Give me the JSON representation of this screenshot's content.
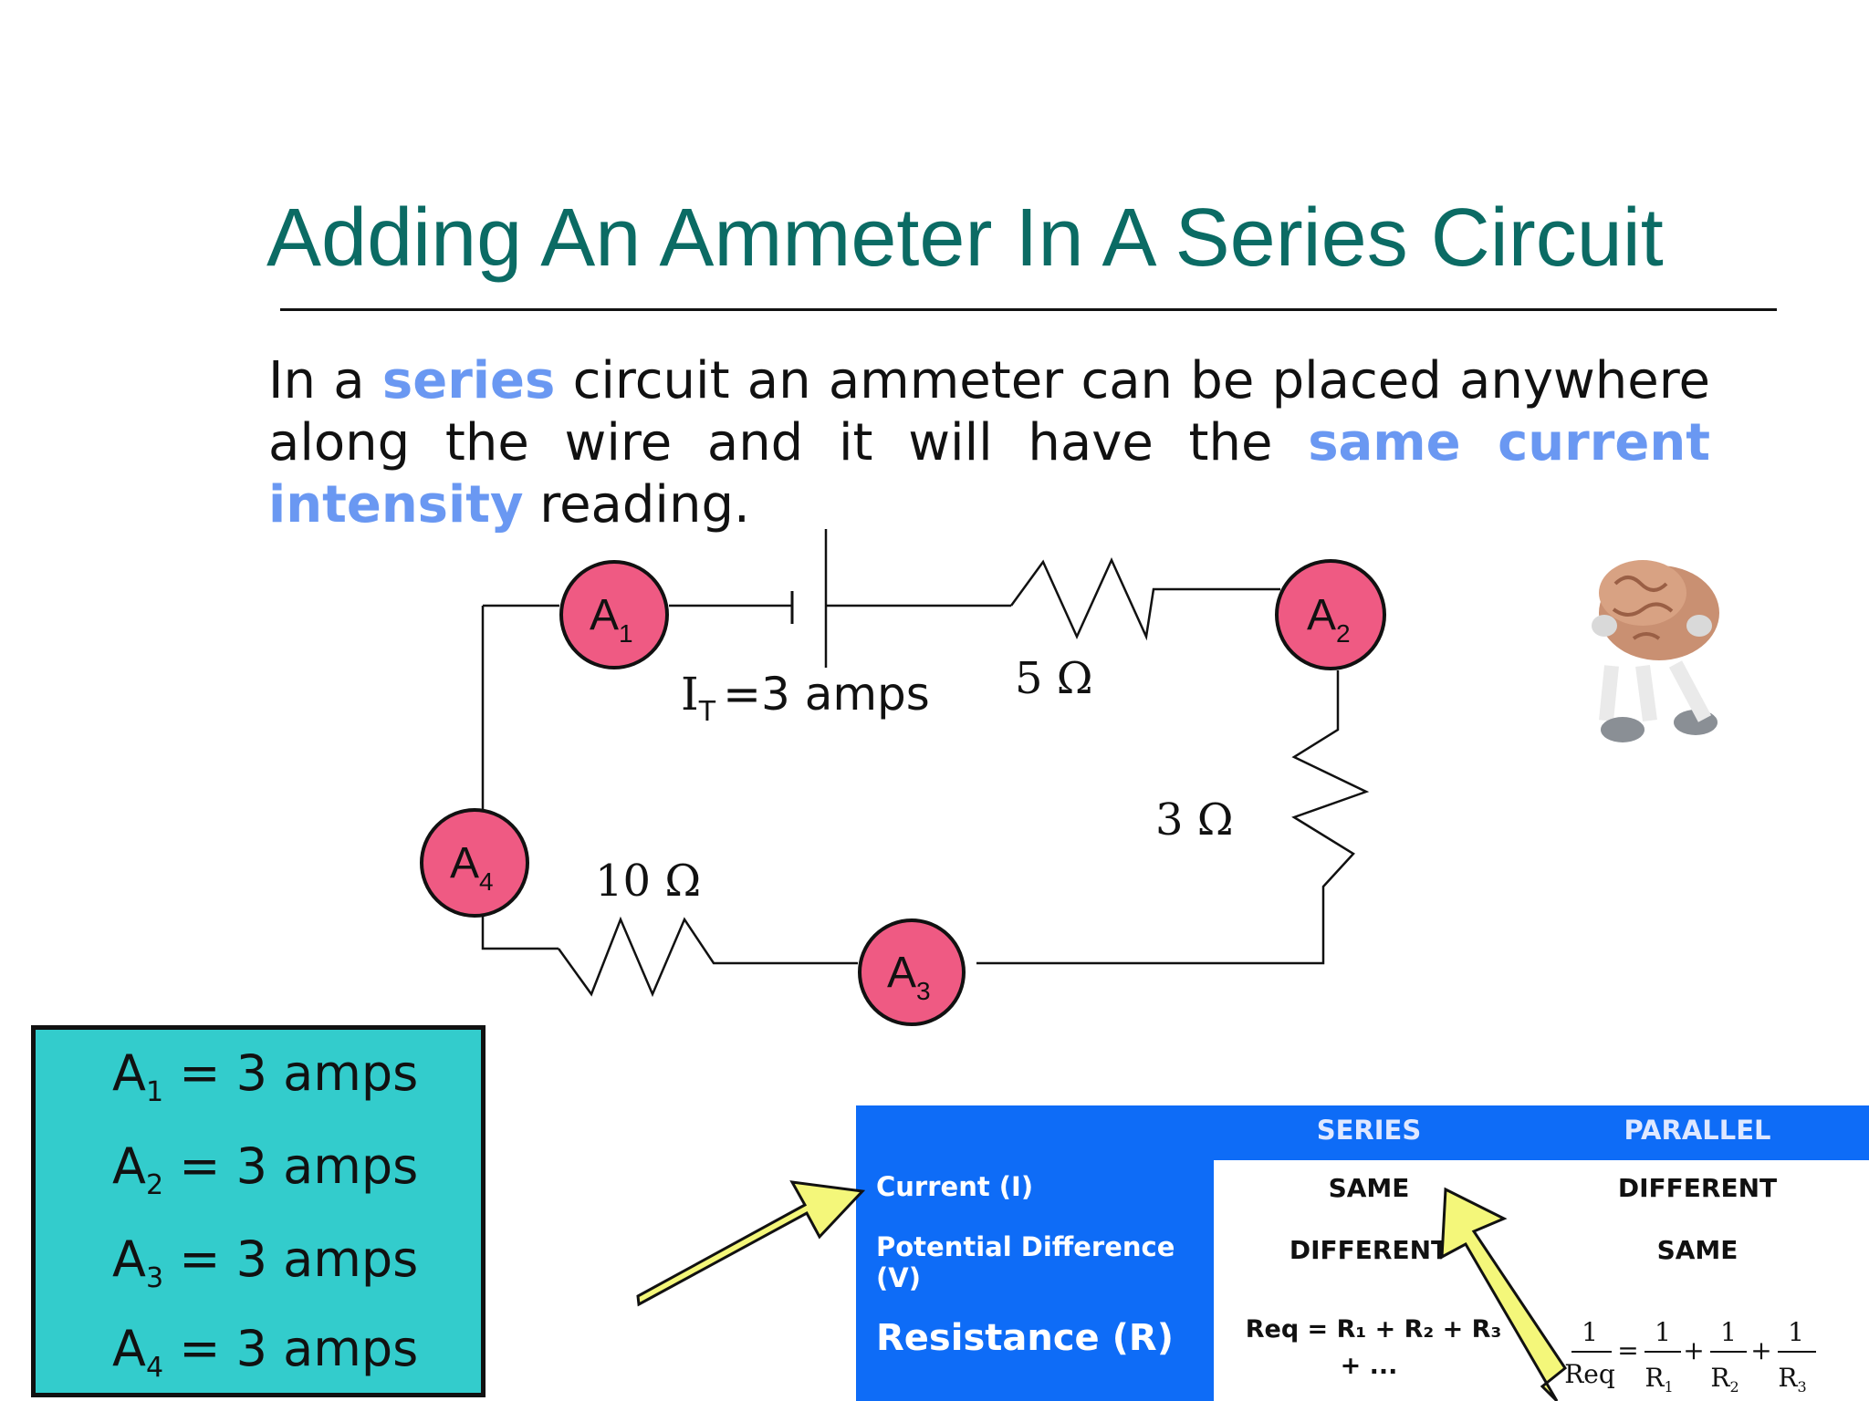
{
  "slide": {
    "title": "Adding An Ammeter In A Series Circuit",
    "paragraph": {
      "p1": "In a ",
      "hl1": "series",
      "p2": " circuit an ammeter can be placed anywhere along the wire and it will have the ",
      "hl2": "same current intensity",
      "p3": " reading."
    }
  },
  "circuit": {
    "ammeters": [
      {
        "letter": "A",
        "sub": "1"
      },
      {
        "letter": "A",
        "sub": "2"
      },
      {
        "letter": "A",
        "sub": "3"
      },
      {
        "letter": "A",
        "sub": "4"
      }
    ],
    "current": {
      "symbol": "I",
      "sub": "T",
      "value": "=3 amps"
    },
    "resistors": [
      "5 Ω",
      "3 Ω",
      "10 Ω"
    ]
  },
  "readings": [
    {
      "letter": "A",
      "sub": "1",
      "value": " = 3 amps"
    },
    {
      "letter": "A",
      "sub": "2",
      "value": " = 3 amps"
    },
    {
      "letter": "A",
      "sub": "3",
      "value": " = 3 amps"
    },
    {
      "letter": "A",
      "sub": "4",
      "value": " = 3 amps"
    }
  ],
  "table": {
    "headers": [
      "SERIES",
      "PARALLEL"
    ],
    "rows": [
      {
        "label": "Current (I)",
        "series": "SAME",
        "parallel": "DIFFERENT"
      },
      {
        "label": "Potential Difference (V)",
        "series": "DIFFERENT",
        "parallel": "SAME"
      },
      {
        "label": "Resistance (R)",
        "series_line1": "Req = R₁ + R₂ + R₃",
        "series_line2": "+ ...",
        "parallel_formula": {
          "lhs_num": "1",
          "lhs_den": "Req",
          "terms": [
            {
              "num": "1",
              "den": "R",
              "sub": "1"
            },
            {
              "num": "1",
              "den": "R",
              "sub": "2"
            },
            {
              "num": "1",
              "den": "R",
              "sub": "3"
            }
          ]
        }
      }
    ]
  },
  "colors": {
    "title": "#0b6b64",
    "highlight": "#6a98f2",
    "ammeter_fill": "#ef5a83",
    "readings_box": "#33cccc",
    "table_blue": "#0e6cf7",
    "arrow_fill": "#f4f77a"
  }
}
